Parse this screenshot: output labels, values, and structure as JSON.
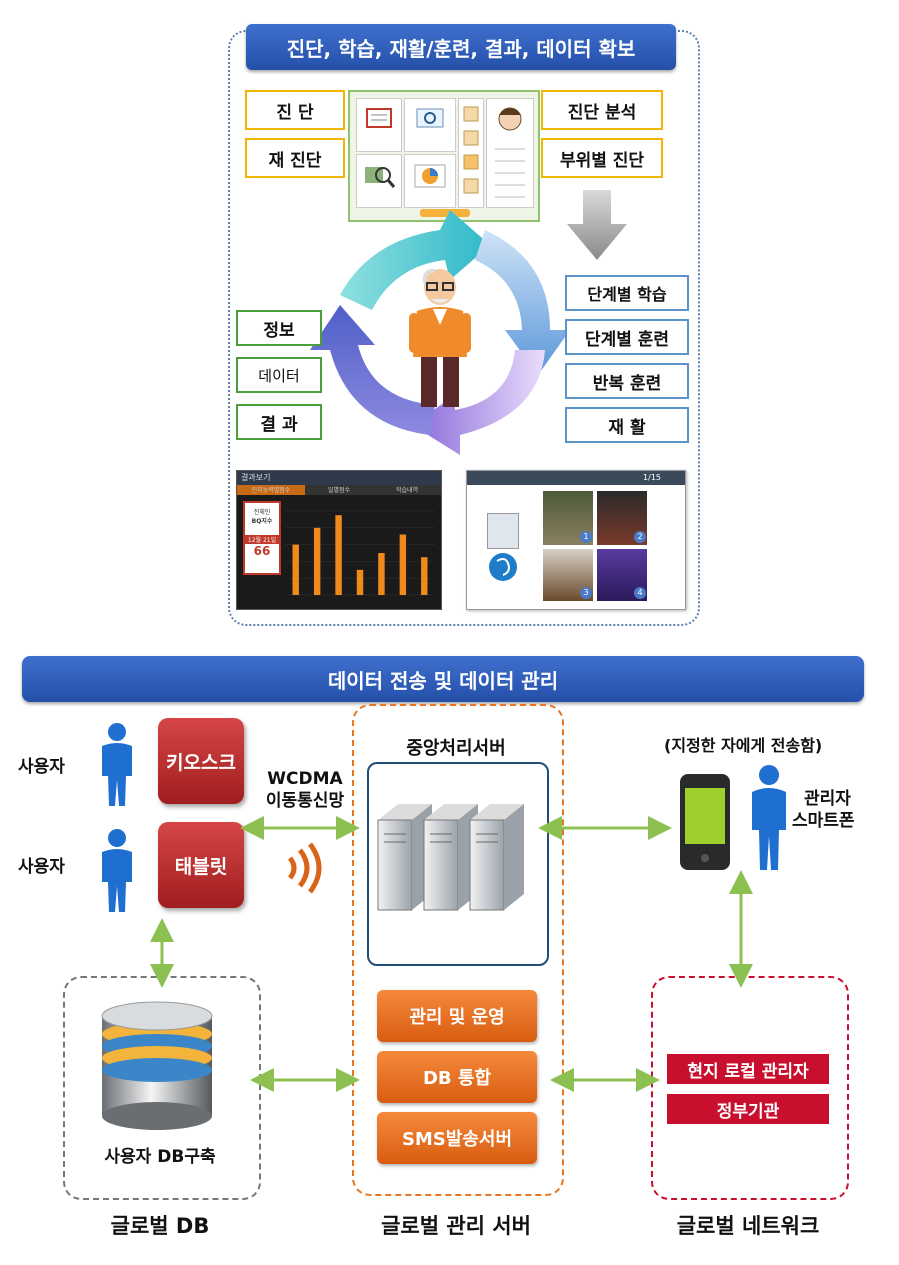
{
  "top": {
    "title": "진단, 학습, 재활/훈련, 결과, 데이터 확보",
    "left_boxes": [
      "진 단",
      "재 진단"
    ],
    "right_boxes": [
      "진단 분석",
      "부위별 진단"
    ],
    "right_cycle_boxes": [
      "단계별 학습",
      "단계별 훈련",
      "반복 훈련",
      "재 활"
    ],
    "left_cycle_boxes": [
      "정보",
      "데이터",
      "결 과"
    ],
    "result_screen": {
      "header": "결과보기",
      "tabs": [
        "인지능력별점수",
        "일별점수",
        "학습내역"
      ],
      "side_texts": [
        "전체인",
        "BQ지수",
        "12월 21일",
        "66"
      ],
      "bars": [
        60,
        80,
        95,
        30,
        50,
        72,
        45
      ]
    },
    "quiz_screen": {
      "page": "1/15",
      "numbers": [
        "1",
        "2",
        "3",
        "4"
      ]
    }
  },
  "bottom": {
    "title": "데이터 전송 및 데이터 관리",
    "user_label_1": "사용자",
    "user_label_2": "사용자",
    "kiosk": "키오스크",
    "tablet": "태블릿",
    "network": "WCDMA\n이동통신망",
    "network_line1": "WCDMA",
    "network_line2": "이동통신망",
    "server_title": "중앙처리서버",
    "server_buttons": [
      "관리 및 운영",
      "DB 통합",
      "SMS발송서버"
    ],
    "send_note": "(지정한 자에게 전송함)",
    "manager_line1": "관리자",
    "manager_line2": "스마트폰",
    "db_label": "사용자 DB구축",
    "network_boxes": [
      "현지 로컬 관리자",
      "정부기관"
    ],
    "footer": [
      "글로벌 DB",
      "글로벌 관리 서버",
      "글로벌 네트워크"
    ]
  },
  "colors": {
    "title_bar": "#2f5fbf",
    "yellow_border": "#f2b600",
    "blue_border": "#5a93c9",
    "green_border": "#4c9e3c",
    "red_button": "#b52a2a",
    "orange_button": "#e8701f",
    "network_red": "#c8102e",
    "arrow_green": "#8cc152"
  }
}
